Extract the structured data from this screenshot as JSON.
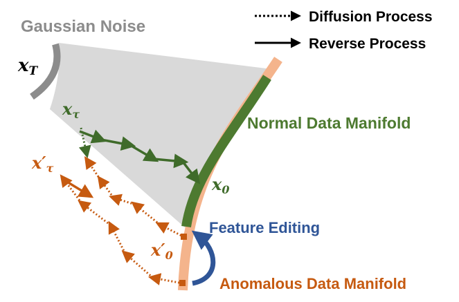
{
  "legend": {
    "diffusion_label": "Diffusion Process",
    "reverse_label": "Reverse Process"
  },
  "labels": {
    "gaussian_noise": "Gaussian Noise",
    "normal_manifold": "Normal Data Manifold",
    "feature_editing": "Feature Editing",
    "anomalous_manifold": "Anomalous Data Manifold"
  },
  "math": {
    "xT_base": "x",
    "xT_sub": "T",
    "xtau_base": "x",
    "xtau_sub": "τ",
    "xtau_prime_base": "x′",
    "xtau_prime_sub": "τ",
    "x0_base": "x",
    "x0_sub": "0",
    "x0_prime_base": "x′",
    "x0_prime_sub": "0"
  },
  "colors": {
    "noise_gray": "#8c8c8c",
    "cone_fill": "#d9d9d9",
    "normal_green": "#4d7a30",
    "reverse_green": "#3f6b2a",
    "manifold_peach": "#f4b48c",
    "anomalous_orange": "#c65a10",
    "editing_blue": "#2f5597",
    "black": "#000000"
  }
}
